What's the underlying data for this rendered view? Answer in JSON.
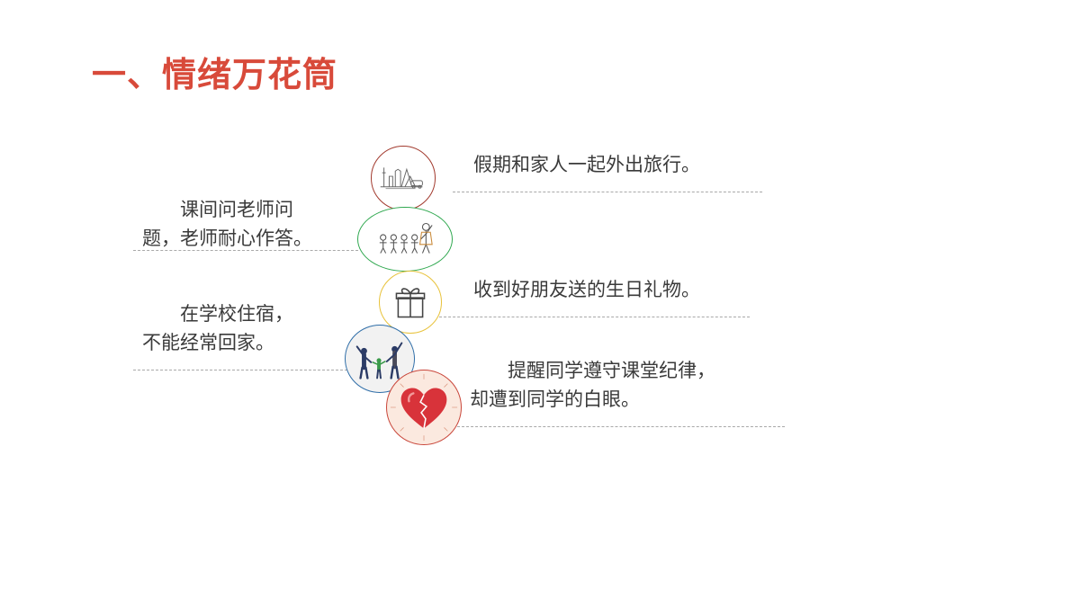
{
  "title": "一、情绪万花筒",
  "colors": {
    "title": "#d84a3a",
    "ring_travel": "#a23a2e",
    "ring_class": "#2fa84f",
    "ring_gift": "#e8c23a",
    "ring_family": "#2f6ea8",
    "ring_heart": "#c9463a"
  },
  "icons": {
    "travel": "travel-sketch-icon",
    "class": "teacher-students-icon",
    "gift": "gift-box-icon",
    "family": "family-hands-up-icon",
    "heart": "broken-heart-icon"
  },
  "captions": {
    "travel": "假期和家人一起外出旅行。",
    "class_line1": "课间问老师问",
    "class_line2": "题，老师耐心作答。",
    "gift": "收到好朋友送的生日礼物。",
    "dorm_line1": "在学校住宿，",
    "dorm_line2": "不能经常回家。",
    "reminder_line1": "提醒同学遵守课堂纪律，",
    "reminder_line2": "却遭到同学的白眼。"
  }
}
